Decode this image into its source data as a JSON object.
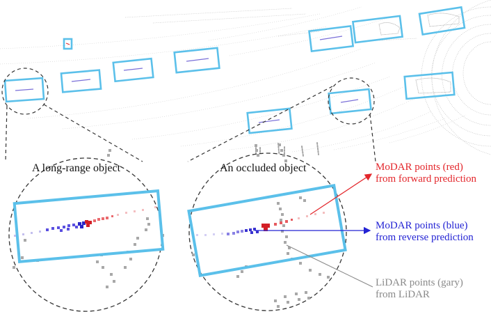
{
  "labels": {
    "long_range_title": "A long-range object",
    "occluded_title": "An occluded object"
  },
  "annotations": {
    "modar_red": {
      "line1": "MoDAR points (red)",
      "line2": "from forward prediction",
      "color": "#e3262b"
    },
    "modar_blue": {
      "line1": "MoDAR points (blue)",
      "line2": "from reverse prediction",
      "color": "#2323d4"
    },
    "lidar_gray": {
      "line1": "LiDAR points (gary)",
      "line2": "from LiDAR",
      "color": "#8a8a8a"
    }
  },
  "colors": {
    "box": "#5bc0ea",
    "dashed_circle": "#333333",
    "lidar_points": "#a8a8a8"
  }
}
